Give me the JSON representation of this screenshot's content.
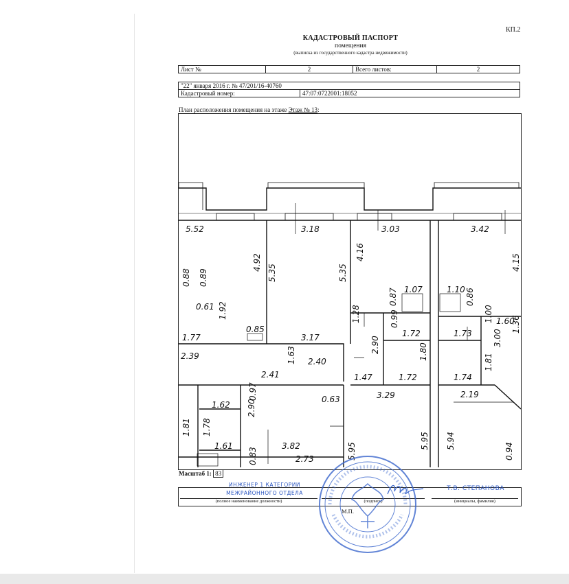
{
  "doc": {
    "code": "КП.2",
    "title": "КАДАСТРОВЫЙ ПАСПОРТ",
    "subtitle": "помещения",
    "subnote": "(выписка из государственного кадастра недвижимости)"
  },
  "sheet": {
    "sheet_label": "Лист №",
    "sheet_no": "2",
    "total_label": "Всего листов:",
    "total": "2"
  },
  "record": {
    "date_number": "\"22\" января 2016 г. № 47/201/16-40760",
    "cadastral_label": "Кадастровый номер:",
    "cadastral_number": "47:07:0722001:18052"
  },
  "plan": {
    "caption": "План расположения помещения на этаже",
    "floor": "Этаж № 13",
    "dims": [
      {
        "text": "5.52"
      },
      {
        "text": "3.18"
      },
      {
        "text": "3.03"
      },
      {
        "text": "3.42"
      },
      {
        "text": "4.92"
      },
      {
        "text": "5.35"
      },
      {
        "text": "5.35"
      },
      {
        "text": "4.16"
      },
      {
        "text": "4.15"
      },
      {
        "text": "0.88"
      },
      {
        "text": "0.89"
      },
      {
        "text": "0.61"
      },
      {
        "text": "1.92"
      },
      {
        "text": "0.85"
      },
      {
        "text": "1.07"
      },
      {
        "text": "0.87"
      },
      {
        "text": "1.10"
      },
      {
        "text": "0.86"
      },
      {
        "text": "1.77"
      },
      {
        "text": "3.17"
      },
      {
        "text": "1.28"
      },
      {
        "text": "0.99"
      },
      {
        "text": "1.72"
      },
      {
        "text": "1.73"
      },
      {
        "text": "1.00"
      },
      {
        "text": "1.60"
      },
      {
        "text": "1.36"
      },
      {
        "text": "2.39"
      },
      {
        "text": "1.63"
      },
      {
        "text": "2.40"
      },
      {
        "text": "2.90"
      },
      {
        "text": "1.80"
      },
      {
        "text": "3.00"
      },
      {
        "text": "1.81"
      },
      {
        "text": "2.41"
      },
      {
        "text": "1.47"
      },
      {
        "text": "1.72"
      },
      {
        "text": "1.74"
      },
      {
        "text": "1.62"
      },
      {
        "text": "0.97"
      },
      {
        "text": "0.63"
      },
      {
        "text": "3.29"
      },
      {
        "text": "2.19"
      },
      {
        "text": "2.90"
      },
      {
        "text": "1.81"
      },
      {
        "text": "1.78"
      },
      {
        "text": "5.94"
      },
      {
        "text": "1.61"
      },
      {
        "text": "3.82"
      },
      {
        "text": "0.83"
      },
      {
        "text": "2.73"
      },
      {
        "text": "5.95"
      },
      {
        "text": "5.95"
      },
      {
        "text": "0.94"
      }
    ]
  },
  "scale": {
    "label": "Масштаб 1:",
    "value": "83"
  },
  "signoff": {
    "position_line1": "ИНЖЕНЕР 1 КАТЕГОРИИ",
    "position_line2": "МЕЖРАЙОННОГО ОТДЕЛА",
    "position_caption": "(полное наименование должности)",
    "signature_caption": "(подпись)",
    "name": "Т.В. СТЕПАНОВА",
    "name_caption": "(инициалы, фамилия)",
    "stamp_mark": "М.П."
  },
  "colors": {
    "ink": "#111111",
    "stamp": "#2a55c0"
  }
}
